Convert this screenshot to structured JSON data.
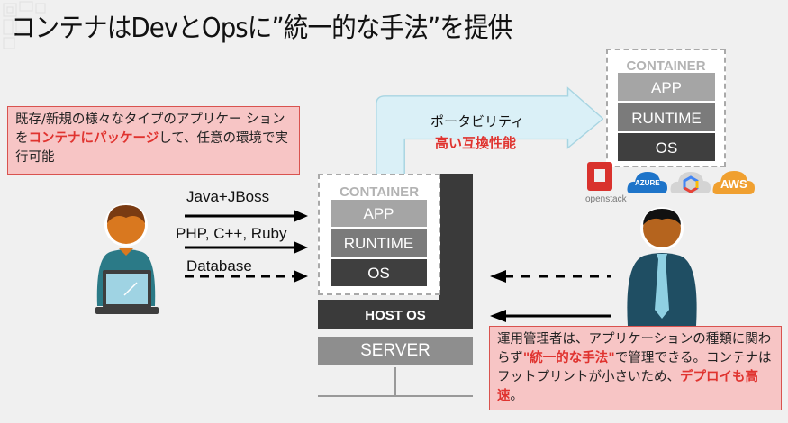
{
  "title": "コンテナはDevとOpsに”統一的な手法”を提供",
  "note_left": {
    "part1": "既存/新規の様々なタイプのアプリケー ションを",
    "highlight": "コンテナにパッケージ",
    "part2": "して、任意の環境で実行可能"
  },
  "portability_arrow": {
    "label": "ポータビリティ",
    "sub_label": "高い互換性能"
  },
  "dev_arrows": [
    {
      "label": "Java+JBoss",
      "style": "solid"
    },
    {
      "label": "PHP, C++, Ruby",
      "style": "solid"
    },
    {
      "label": "Database",
      "style": "dashed"
    }
  ],
  "container_local": {
    "label": "CONTAINER",
    "layers": [
      "APP",
      "RUNTIME",
      "OS"
    ]
  },
  "container_cloud": {
    "label": "CONTAINER",
    "layers": [
      "APP",
      "RUNTIME",
      "OS"
    ]
  },
  "host": {
    "host_os": "HOST OS",
    "server": "SERVER"
  },
  "clouds": {
    "openstack": "openstack",
    "azure": "AZURE",
    "gcp": "",
    "aws": "AWS"
  },
  "colors": {
    "accent_red": "#e0332f",
    "note_bg": "#f7c5c5",
    "arrow_fill": "#daf0f7",
    "dev_shirt": "#2b7a87",
    "ops_shirt": "#1f4e63"
  },
  "note_right": {
    "part1": "運用管理者は、アプリケーションの種類に関わらず",
    "highlight1": "\"統一的な手法\"",
    "part2": "で管理できる。コンテナはフットプリントが小さいため、",
    "highlight2": "デプロイも高速",
    "part3": "。"
  }
}
